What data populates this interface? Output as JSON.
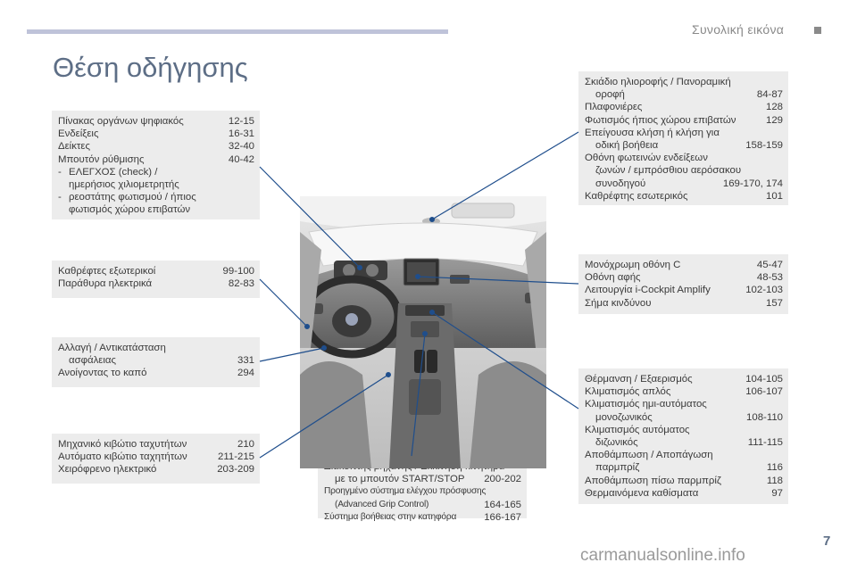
{
  "header": {
    "section_title": "Συνολική εικόνα"
  },
  "page_title": "Θέση οδήγησης",
  "boxes": {
    "instrument": {
      "rows": [
        {
          "label": "Πίνακας οργάνων ψηφιακός",
          "pages": "12-15"
        },
        {
          "label": "Ενδείξεις",
          "pages": "16-31"
        },
        {
          "label": "Δείκτες",
          "pages": "32-40"
        },
        {
          "label": "Μπουτόν ρύθμισης",
          "pages": "40-42"
        }
      ],
      "sub": [
        {
          "dash": "-",
          "lines": [
            "ΕΛΕΓΧΟΣ (check) /",
            "ημερήσιος χιλιομετρητής"
          ]
        },
        {
          "dash": "-",
          "lines": [
            "ρεοστάτης φωτισμού / ήπιος",
            "φωτισμός χώρου επιβατών"
          ]
        }
      ]
    },
    "mirrors": {
      "rows": [
        {
          "label": "Καθρέφτες εξωτερικοί",
          "pages": "99-100"
        },
        {
          "label": "Παράθυρα ηλεκτρικά",
          "pages": "82-83"
        }
      ]
    },
    "fuses": {
      "line1": "Αλλαγή / Αντικατάσταση",
      "line2": "ασφάλειας",
      "line2_pages": "331",
      "row2_label": "Ανοίγοντας το καπό",
      "row2_pages": "294"
    },
    "gearbox": {
      "rows": [
        {
          "label": "Μηχανικό κιβώτιο ταχυτήτων",
          "pages": "210"
        },
        {
          "label": "Αυτόματο κιβώτιο ταχητήτων",
          "pages": "211-215"
        },
        {
          "label": "Χειρόφρενο ηλεκτρικό",
          "pages": "203-209"
        }
      ]
    },
    "start": {
      "l1": "Διακόπτης μηχανής / Εκκίνηση κινητήρα",
      "l2": "με το μπουτόν START/STOP",
      "l2_pages": "200-202",
      "l3": "Προηγμένο σύστημα ελέγχου πρόσφυσης",
      "l4": "(Advanced Grip Control)",
      "l4_pages": "164-165",
      "l5": "Σύστημα βοήθειας στην κατηφόρα",
      "l5_pages": "166-167"
    },
    "sunblind": {
      "l1": "Σκιάδιο ηλιοροφής / Πανοραμική",
      "l2": "οροφή",
      "l2_pages": "84-87",
      "l3": "Πλαφονιέρες",
      "l3_pages": "128",
      "l4": "Φωτισμός ήπιος χώρου επιβατών",
      "l4_pages": "129",
      "l5": "Επείγουσα κλήση ή κλήση για",
      "l6": "οδική βοήθεια",
      "l6_pages": "158-159",
      "l7": "Οθόνη φωτεινών ενδείξεων",
      "l8": "ζωνών / εμπρόσθιου αερόσακου",
      "l9": "συνοδηγού",
      "l9_pages": "169-170, 174",
      "l10": "Καθρέφτης εσωτερικός",
      "l10_pages": "101"
    },
    "screen": {
      "rows": [
        {
          "label": "Μονόχρωμη οθόνη C",
          "pages": "45-47"
        },
        {
          "label": "Οθόνη αφής",
          "pages": "48-53"
        },
        {
          "label": "Λειτουργία i-Cockpit Amplify",
          "pages": "102-103"
        },
        {
          "label": "Σήμα κινδύνου",
          "pages": "157"
        }
      ]
    },
    "climate": {
      "l1": "Θέρμανση / Εξαερισμός",
      "l1_pages": "104-105",
      "l2": "Κλιματισμός απλός",
      "l2_pages": "106-107",
      "l3": "Κλιματισμός ημι-αυτόματος",
      "l4": "μονοζωνικός",
      "l4_pages": "108-110",
      "l5": "Κλιματισμός αυτόματος",
      "l6": "διζωνικός",
      "l6_pages": "111-115",
      "l7": "Αποθάμπωση / Αποπάγωση",
      "l8": "παρμπρίζ",
      "l8_pages": "116",
      "l9": "Αποθάμπωση πίσω παρμπρίζ",
      "l9_pages": "118",
      "l10": "Θερμαινόμενα καθίσματα",
      "l10_pages": "97"
    }
  },
  "colors": {
    "accent": "#5d6e86",
    "leader": "#1f4e8c",
    "box_bg": "#ececec"
  },
  "footer": {
    "page_number": "7",
    "watermark": "carmanualsonline.info"
  }
}
